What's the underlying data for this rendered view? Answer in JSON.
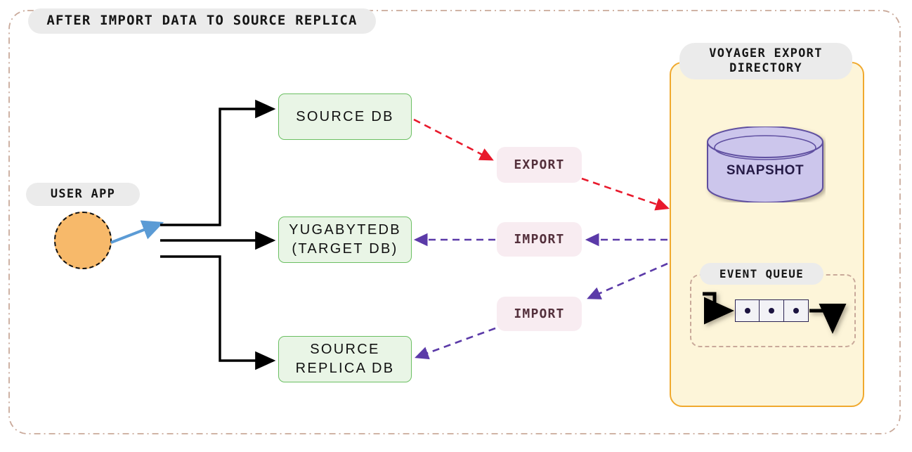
{
  "diagram": {
    "title": "AFTER IMPORT DATA TO SOURCE REPLICA",
    "colors": {
      "frame_border": "#c9a99a",
      "badge_bg": "#ebebeb",
      "db_fill": "#e9f5e6",
      "db_border": "#6bbf62",
      "directory_fill": "#fdf5d9",
      "directory_border": "#f0a92e",
      "label_fill": "#f8ecf1",
      "label_text": "#54303c",
      "export_arrow": "#e8192c",
      "import_arrow": "#5b3aa8",
      "user_app_fill": "#f7b96a",
      "user_arrow": "#5b9bd5",
      "snapshot_fill": "#ccc6ec",
      "snapshot_border": "#6a5aa8",
      "snapshot_text": "#251a46",
      "queue_cell_border": "#2b2352",
      "flow_arrow": "#000000"
    }
  },
  "user_app": {
    "label": "USER APP",
    "shape": "circle"
  },
  "databases": [
    {
      "id": "source-db",
      "label": "SOURCE DB"
    },
    {
      "id": "target-db",
      "label": "YUGABYTEDB\n(TARGET DB)"
    },
    {
      "id": "replica-db",
      "label": "SOURCE\nREPLICA DB"
    }
  ],
  "action_labels": [
    {
      "id": "export",
      "label": "EXPORT",
      "from": "source-db",
      "to": "voyager-export-directory",
      "style": "red-dashed"
    },
    {
      "id": "import1",
      "label": "IMPORT",
      "from": "voyager-export-directory",
      "to": "target-db",
      "style": "purple-dashed"
    },
    {
      "id": "import2",
      "label": "IMPORT",
      "from": "voyager-export-directory",
      "to": "replica-db",
      "style": "purple-dashed"
    }
  ],
  "export_directory": {
    "title": "VOYAGER EXPORT\nDIRECTORY",
    "snapshot": {
      "label": "SNAPSHOT",
      "shape": "cylinder"
    },
    "event_queue": {
      "label": "EVENT QUEUE",
      "cells": [
        {
          "id": "queue-cell-1"
        },
        {
          "id": "queue-cell-2"
        },
        {
          "id": "queue-cell-3"
        }
      ]
    }
  }
}
